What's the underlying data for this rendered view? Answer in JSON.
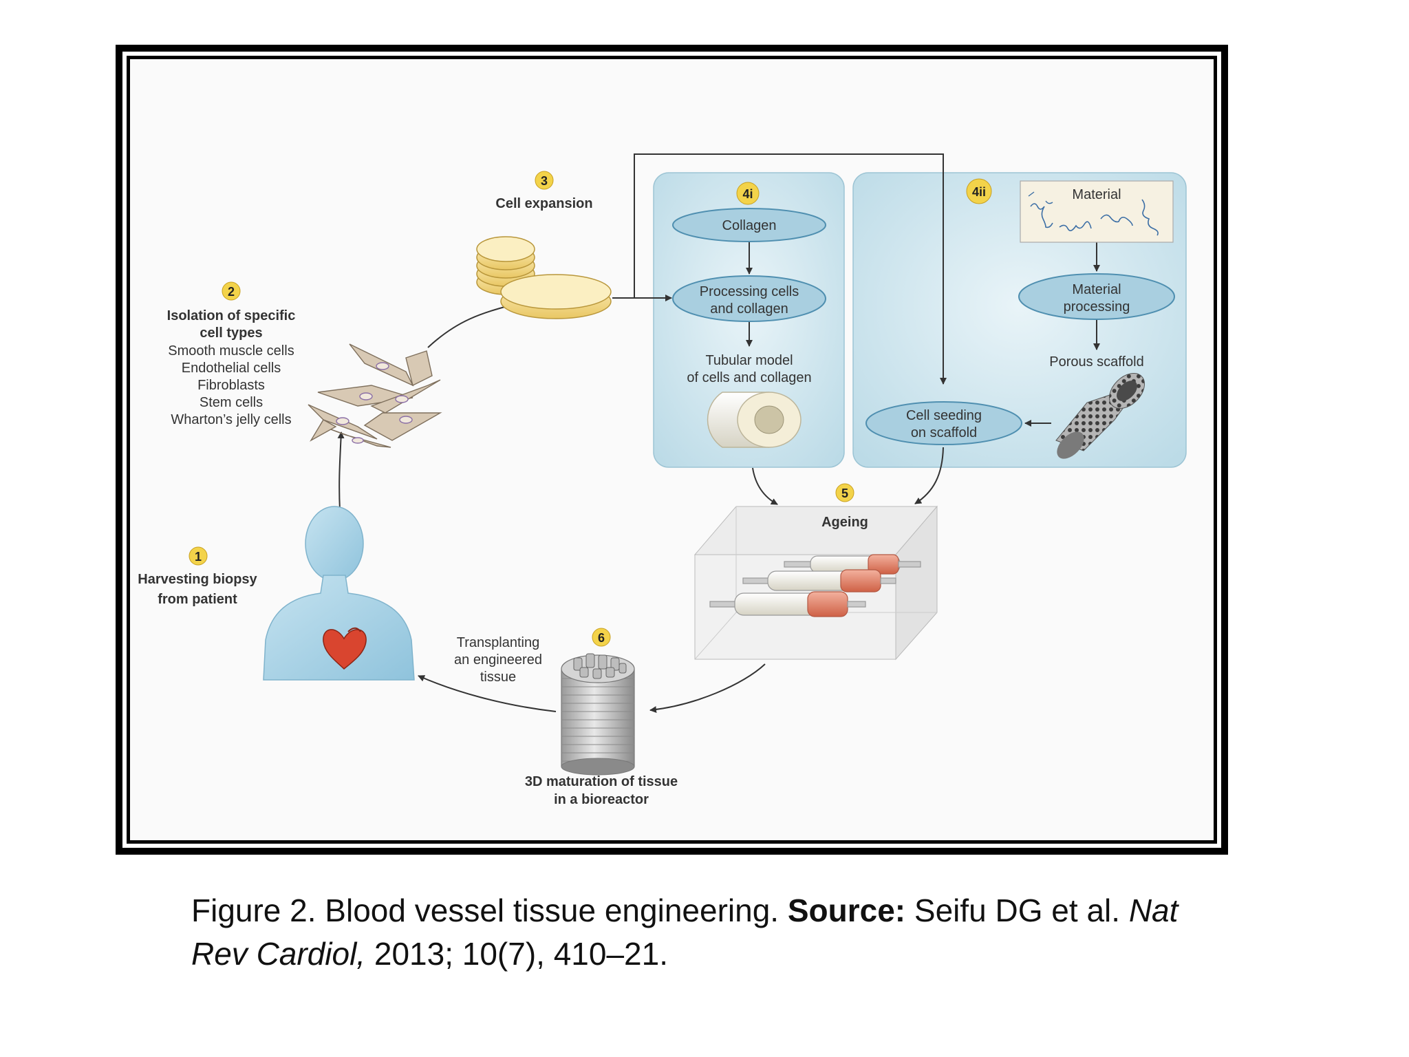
{
  "steps": {
    "s1": {
      "badge": "1",
      "line1": "Harvesting biopsy",
      "line2": "from patient"
    },
    "s2": {
      "badge": "2",
      "title1": "Isolation of specific",
      "title2": "cell types",
      "items": [
        "Smooth muscle cells",
        "Endothelial cells",
        "Fibroblasts",
        "Stem cells",
        "Wharton’s jelly cells"
      ]
    },
    "s3": {
      "badge": "3",
      "title": "Cell expansion"
    },
    "s4i": {
      "badge": "4i",
      "collagen": "Collagen",
      "processing1": "Processing cells",
      "processing2": "and collagen",
      "tubular1": "Tubular model",
      "tubular2": "of cells and collagen"
    },
    "s4ii": {
      "badge": "4ii",
      "material": "Material",
      "matproc1": "Material",
      "matproc2": "processing",
      "porous": "Porous scaffold",
      "seeding1": "Cell seeding",
      "seeding2": "on scaffold"
    },
    "s5": {
      "badge": "5",
      "title": "Ageing"
    },
    "s6": {
      "badge": "6",
      "transplant1": "Transplanting",
      "transplant2": "an engineered",
      "transplant3": "tissue",
      "bioreactor1": "3D maturation of tissue",
      "bioreactor2": "in a bioreactor"
    }
  },
  "caption": {
    "prefix": "Figure 2. Blood vessel tissue engineering. ",
    "source_label": "Source:",
    "authors": " Seifu DG et al. ",
    "journal": "Nat Rev Cardiol,",
    "details": " 2013; 10(7), 410–21."
  },
  "colors": {
    "panel_fill": "#cfe6ee",
    "ellipse_fill": "#a9cfe0",
    "badge_fill": "#f3d34a",
    "body_fill": "#a8d2e6",
    "heart": "#d9452f",
    "dish": "#f2d886",
    "cylinder_cap": "#e9866c"
  }
}
